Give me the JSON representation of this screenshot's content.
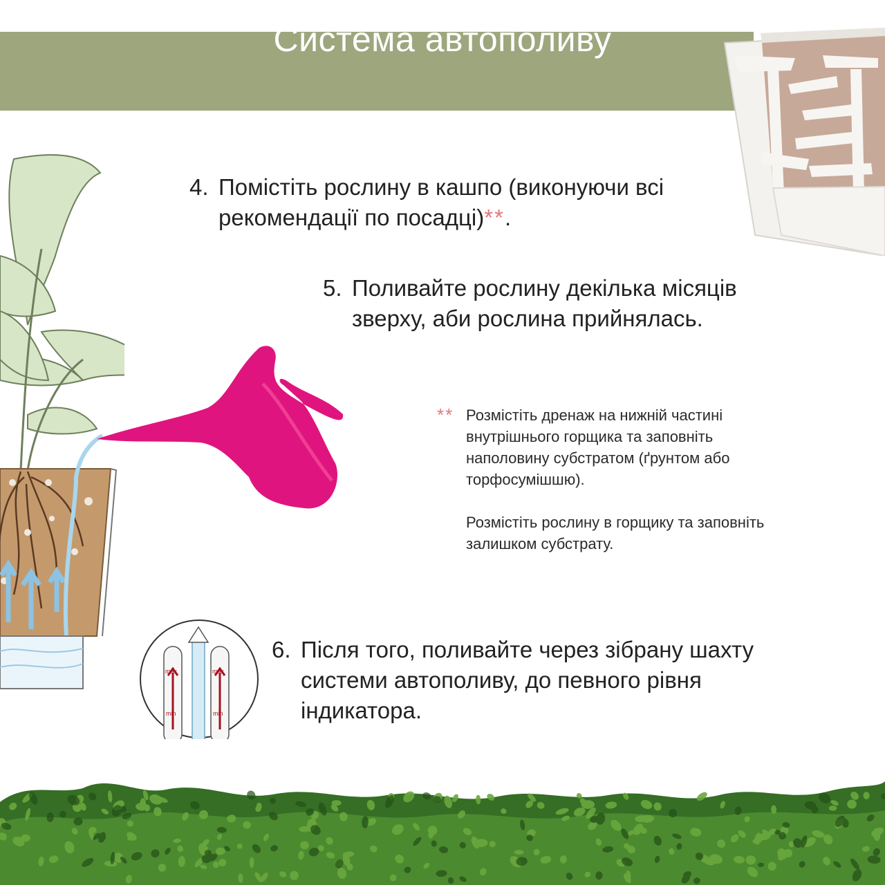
{
  "header": {
    "title": "Система автополиву"
  },
  "steps": [
    {
      "number": "4.",
      "text": "Помістіть рослину в кашпо (виконуючи всі рекомендації по посадці)",
      "marker": "**",
      "end": "."
    },
    {
      "number": "5.",
      "text": "Поливайте рослину декілька місяців зверху, аби рослина прийнялась."
    },
    {
      "number": "6.",
      "text": "Після того, поливайте через зібрану шахту системи автополиву, до певного рівня індикатора."
    }
  ],
  "note": {
    "marker": "**",
    "paragraph1": "Розмістіть дренаж на нижній частині внутрішнього горщика та заповніть наполовину субстратом (ґрунтом або торфосумішшю).",
    "paragraph2": "Розмістіть рослину в горщику та заповніть залишком субстрату."
  },
  "indicator": {
    "max_label": "max",
    "min_label": "min"
  },
  "colors": {
    "banner": "#9ea67e",
    "accent": "#e0787e",
    "watering_can": "#e0147e",
    "soil": "#c49a6c",
    "hedge": "#3e7a2a"
  },
  "icons": {
    "pot": "planter-pot-icon",
    "plant": "potted-plant-illustration",
    "can": "watering-can-icon",
    "indicator": "water-level-indicator-icon",
    "hedge": "hedge-decoration"
  }
}
